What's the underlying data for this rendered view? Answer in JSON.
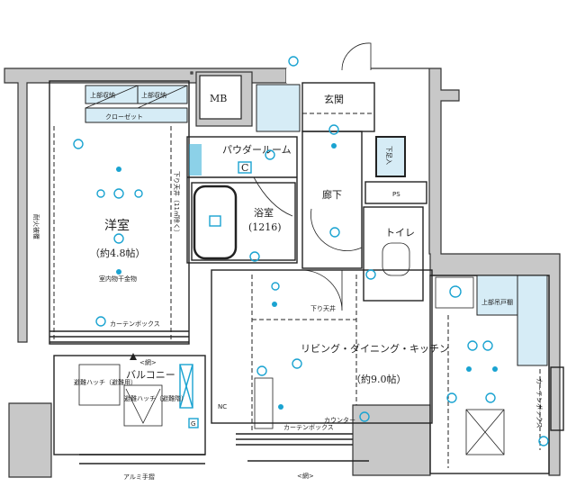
{
  "rooms": {
    "western_room": {
      "name": "洋室",
      "size": "（約4.8帖）"
    },
    "ldk": {
      "name": "リビング・ダイニング・キッチン",
      "size": "（約9.0帖）"
    },
    "bathroom": {
      "name": "浴室",
      "size": "(1216)"
    },
    "powder_room": "パウダールーム",
    "entrance": "玄関",
    "hallway": "廊下",
    "toilet": "トイレ",
    "balcony": "バルコニー"
  },
  "labels": {
    "mb": "MB",
    "ps": "PS",
    "shoe_storage": "下足入",
    "upper_storage_1": "上部収納",
    "upper_storage_2": "上部収納",
    "closet": "クローゼット",
    "lowered_ceiling_western": "下り天井（11㎡除く）",
    "lowered_ceiling_ldk": "下り天井",
    "indoor_drying": "室内物干金物",
    "curtain_box_western": "カーテンボックス",
    "curtain_box_ldk": "カーテンボックス",
    "curtain_box_kitchen": "カーテンボックス",
    "counter": "カウンター",
    "kitchen_upper_storage": "上部吊戸棚",
    "net_balcony": "<網>",
    "net_ldk": "<網>",
    "aluminum_rail": "アルミ手摺",
    "evac_hatch_1": "避難ハッチ（避難用）",
    "evac_hatch_2": "避難ハッチ（避難階）",
    "fireproof": "耐火被覆",
    "c_mark": "C",
    "g_mark": "G",
    "nc_mark": "NC"
  }
}
